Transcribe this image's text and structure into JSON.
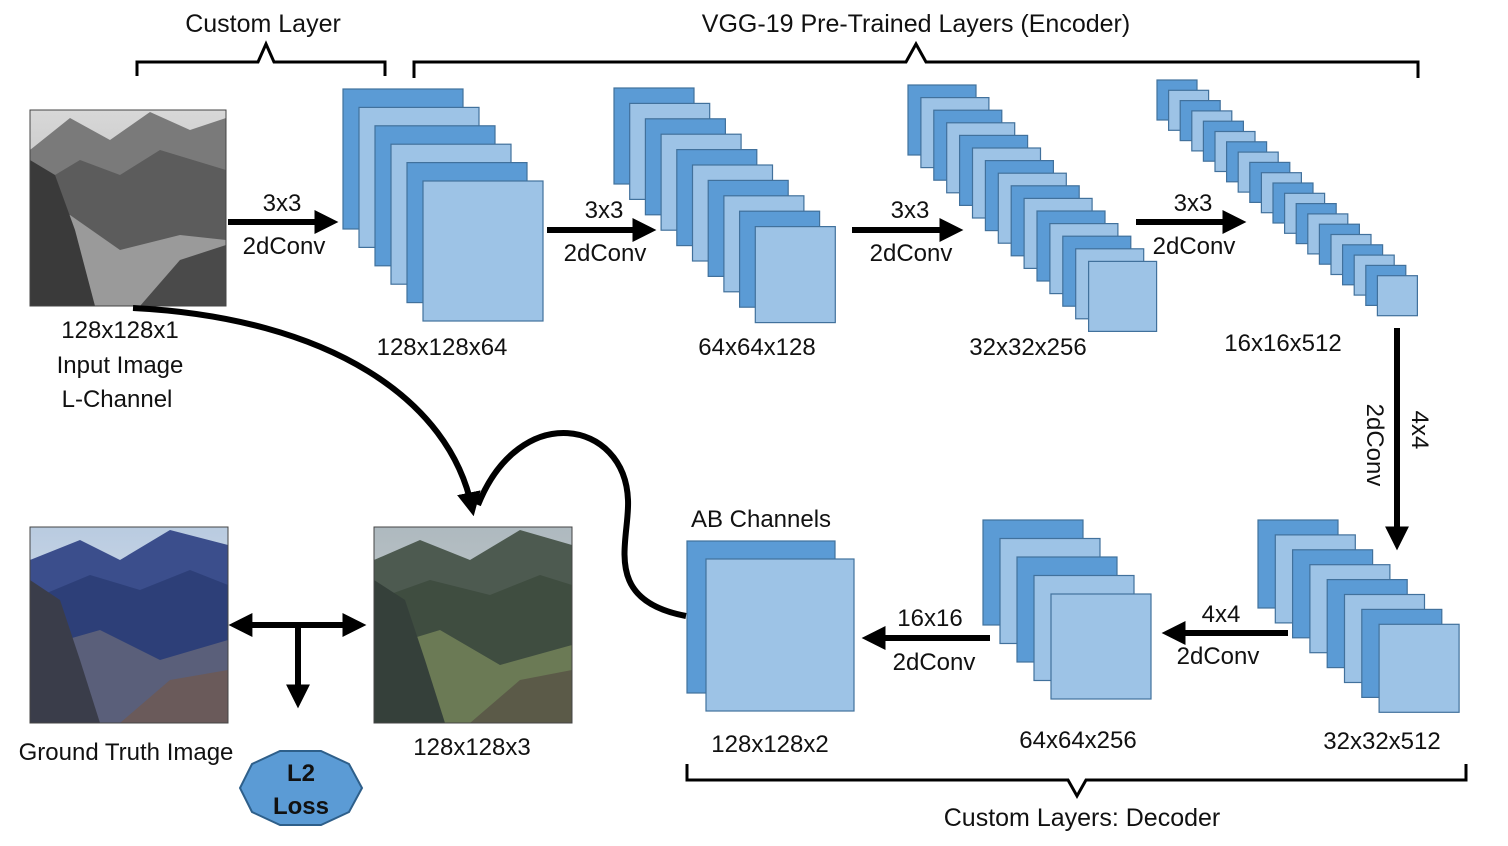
{
  "colors": {
    "fmap_dark": "#5b9bd5",
    "fmap_light": "#9dc3e6",
    "fmap_stroke": "#41719c",
    "loss_fill": "#5b9bd5",
    "loss_stroke": "#2e5f8a",
    "arrow": "#000000"
  },
  "icons": {
    "input_image": "grayscale-mountain-photo",
    "ground_truth_image": "color-mountain-photo",
    "output_image": "colorized-mountain-photo"
  },
  "brackets": {
    "custom_layer": "Custom Layer",
    "encoder": "VGG-19 Pre-Trained Layers (Encoder)",
    "decoder": "Custom Layers: Decoder"
  },
  "input": {
    "size": "128x128x1",
    "name": "Input Image",
    "channel": "L-Channel"
  },
  "encoder_blocks": [
    {
      "size": "128x128x64"
    },
    {
      "size": "64x64x128"
    },
    {
      "size": "32x32x256"
    },
    {
      "size": "16x16x512"
    }
  ],
  "encoder_arrows": [
    {
      "kernel": "3x3",
      "op": "2dConv"
    },
    {
      "kernel": "3x3",
      "op": "2dConv"
    },
    {
      "kernel": "3x3",
      "op": "2dConv"
    },
    {
      "kernel": "3x3",
      "op": "2dConv"
    }
  ],
  "down_arrow": {
    "kernel": "4x4",
    "op": "2dConv"
  },
  "decoder_blocks": [
    {
      "size": "32x32x512"
    },
    {
      "size": "64x64x256"
    },
    {
      "size": "128x128x2",
      "title": "AB Channels"
    }
  ],
  "decoder_arrows": [
    {
      "kernel": "4x4",
      "op": "2dConv"
    },
    {
      "kernel": "16x16",
      "op": "2dConv"
    }
  ],
  "output": {
    "size": "128x128x3"
  },
  "ground_truth": {
    "name": "Ground Truth Image"
  },
  "loss": {
    "line1": "L2",
    "line2": "Loss"
  }
}
